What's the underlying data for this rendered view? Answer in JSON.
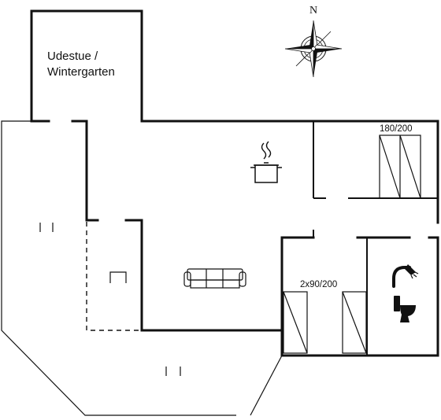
{
  "rooms": {
    "conservatory": {
      "line1": "Udestue /",
      "line2": "Wintergarten"
    }
  },
  "beds": {
    "double_bed": "180/200",
    "twin_beds": "2x90/200"
  },
  "compass": {
    "north": "N"
  },
  "icons": {
    "kitchen": "cooking-pot-icon",
    "living": "sofa-icon",
    "bath_shower": "shower-icon",
    "bath_toilet": "toilet-icon",
    "compass": "compass-rose-icon"
  }
}
